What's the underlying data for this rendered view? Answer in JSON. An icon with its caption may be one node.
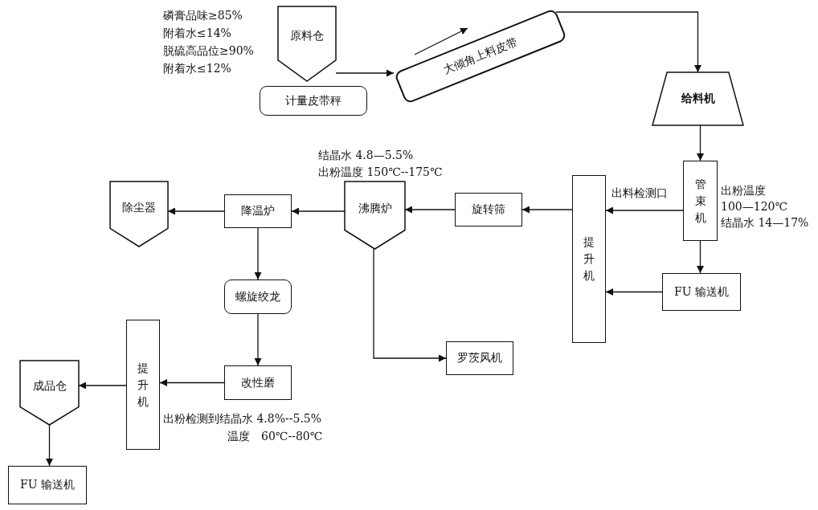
{
  "diagram": {
    "nodes": [
      {
        "text": [
          "原料仓"
        ]
      },
      {
        "text": [
          "计量皮带秤"
        ]
      },
      {
        "text": [
          "大倾角上料皮带"
        ]
      },
      {
        "text": [
          "给料机"
        ]
      },
      {
        "text": [
          "管束机"
        ],
        "beside": [
          "出粉温度",
          "100—120℃",
          "结晶水 14—17%"
        ]
      },
      {
        "text": [
          "提升机"
        ]
      },
      {
        "text": [
          "FU 输送机"
        ]
      },
      {
        "text": [
          "旋转筛"
        ]
      },
      {
        "text": [
          "沸腾炉"
        ],
        "beside": [
          "结晶水 4.8—5.5%",
          "出粉温度 150℃--175℃"
        ]
      },
      {
        "text": [
          "降温炉"
        ]
      },
      {
        "text": [
          "除尘器"
        ]
      },
      {
        "text": [
          "螺旋绞龙"
        ]
      },
      {
        "text": [
          "罗茨风机"
        ]
      },
      {
        "text": [
          "改性磨"
        ]
      },
      {
        "text": [
          "提升机"
        ]
      },
      {
        "text": [
          "成品仓"
        ]
      },
      {
        "text": [
          "FU 输送机"
        ]
      }
    ],
    "edges": [
      {
        "from": 0,
        "to": 2,
        "arrow": "to"
      },
      {
        "from": 2,
        "to": 3,
        "arrow": "to"
      },
      {
        "from": 3,
        "to": 4,
        "arrow": "to"
      },
      {
        "from": 4,
        "to": 5,
        "arrow": "to",
        "label": "出料检测口"
      },
      {
        "from": 4,
        "to": 6,
        "arrow": "to"
      },
      {
        "from": 6,
        "to": 5,
        "arrow": "to"
      },
      {
        "from": 5,
        "to": 7,
        "arrow": "to"
      },
      {
        "from": 7,
        "to": 8,
        "arrow": "to"
      },
      {
        "from": 8,
        "to": 9,
        "arrow": "to"
      },
      {
        "from": 9,
        "to": 10,
        "arrow": "to"
      },
      {
        "from": 9,
        "to": 11,
        "arrow": "to"
      },
      {
        "from": 8,
        "to": 12,
        "arrow": "to"
      },
      {
        "from": 11,
        "to": 13,
        "arrow": "to"
      },
      {
        "from": 13,
        "to": 14,
        "arrow": "to"
      },
      {
        "from": 14,
        "to": 15,
        "arrow": "to"
      },
      {
        "from": 15,
        "to": 16,
        "arrow": "to"
      }
    ],
    "labels": [
      "磷膏品味≥85%",
      "附着水≤14%",
      "脱硫高品位≥90%",
      "附着水≤12%",
      "出粉检测到结晶水 4.8%--5.5%",
      "温度　60℃--80℃"
    ]
  }
}
